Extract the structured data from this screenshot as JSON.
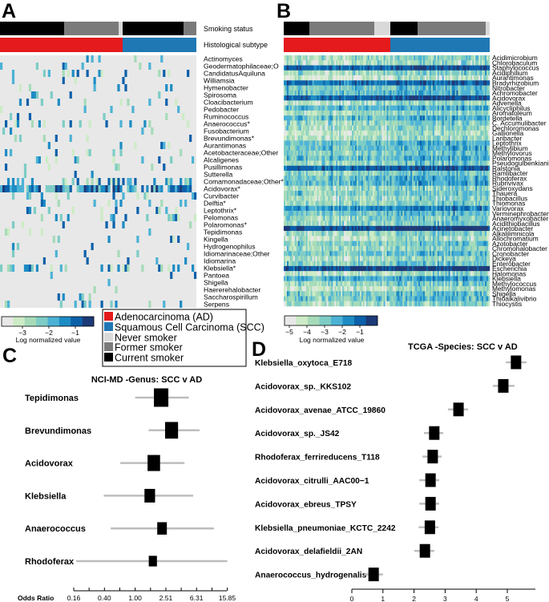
{
  "panels": {
    "a": "A",
    "b": "B",
    "c": "C",
    "d": "D"
  },
  "colors": {
    "scale": [
      "#e8e8e8",
      "#cdebc6",
      "#a6dbb9",
      "#7dccc5",
      "#4cb2d5",
      "#1d8cc4",
      "#0b60aa",
      "#1c3a78"
    ],
    "adenocarcinoma": "#e41a1c",
    "squamous": "#1f78b4",
    "never_smoker": "#d9d9d9",
    "former_smoker": "#7a7a7a",
    "current_smoker": "#000000",
    "ci_line": "#bdbdbd"
  },
  "annotations": {
    "smoking_status": "Smoking status",
    "histological_subtype": "Histological subtype"
  },
  "legend": {
    "items": [
      {
        "label": "Adenocarcinoma (AD)",
        "color": "#e41a1c"
      },
      {
        "label": "Squamous Cell Carcinoma (SCC)",
        "color": "#1f78b4"
      },
      {
        "label": "Never smoker",
        "color": "#d9d9d9"
      },
      {
        "label": "Former smoker",
        "color": "#7a7a7a"
      },
      {
        "label": "Current smoker",
        "color": "#000000"
      }
    ]
  },
  "chart_data": [
    {
      "type": "heatmap",
      "panel": "A",
      "colorbar": {
        "title": "Log normalized value",
        "ticks": [
          "−3",
          "−2",
          "−1"
        ],
        "tick_values": [
          -3,
          -2,
          -1
        ]
      },
      "smoking_status_order": [
        "Current smoker",
        "Former smoker",
        "Never smoker",
        "Current smoker",
        "Former smoker"
      ],
      "subtype_order": [
        "Adenocarcinoma (AD)",
        "Squamous Cell Carcinoma (SCC)"
      ],
      "rows": [
        "Actinomyces",
        "Geodermatophilaceae;O",
        "CandidatusAquiluna",
        "Williamsia",
        "Hymenobacter",
        "Spirosoma",
        "Cloacibacterium",
        "Pedobacter",
        "Ruminococcus",
        "Anaerococcus*",
        "Fusobacterium",
        "Brevundimonas*",
        "Aurantimonas",
        "Acetobacteraceae;Other",
        "Alcaligenes",
        "Pusillimonas",
        "Sutterella",
        "Comamonadaceae;Other*",
        "Acidovorax*",
        "Curvibacter",
        "Delftia*",
        "Leptothrix*",
        "Pelomonas",
        "Polaromonas*",
        "Tepidimonas",
        "Kingella",
        "Hydrogenophilus",
        "Idiomarinaceae;Other",
        "Idiomarina",
        "Klebsiella*",
        "Pantoea",
        "Shigella",
        "Haererehalobacter",
        "Saccharospirillum",
        "Serpens"
      ],
      "row_density": [
        0.06,
        0.04,
        0.12,
        0.05,
        0.1,
        0.06,
        0.14,
        0.06,
        0.06,
        0.2,
        0.06,
        0.07,
        0.05,
        0.12,
        0.08,
        0.06,
        0.06,
        0.35,
        0.85,
        0.12,
        0.2,
        0.18,
        0.1,
        0.14,
        0.1,
        0.06,
        0.08,
        0.06,
        0.05,
        0.3,
        0.04,
        0.05,
        0.05,
        0.06,
        0.15
      ]
    },
    {
      "type": "heatmap",
      "panel": "B",
      "colorbar": {
        "title": "Log normalized value",
        "ticks": [
          "−5",
          "−4",
          "−3",
          "−2",
          "−1"
        ],
        "tick_values": [
          -5,
          -4,
          -3,
          -2,
          -1
        ]
      },
      "rows": [
        "Acidimicrobium",
        "Chlorobaculum",
        "Staphylococcus",
        "Acidiphilium",
        "Aurantimonas",
        "Bradyrhizobium",
        "Nitrobacter",
        "Achromobacter",
        "Acidovorax",
        "Advenella",
        "Alicycliphilus",
        "Aromatoleum",
        "Bordetella",
        "C. Accumulibacter",
        "Dechloromonas",
        "Gallionella",
        "Laribacter",
        "Leptothrix",
        "Methylibium",
        "Methylovorus",
        "Polaromonas",
        "Pseudogulbenkiania",
        "Ralstonia",
        "Ramlibacter",
        "Rhodoferax",
        "Rubrivivax",
        "Sideroxydans",
        "Thauera",
        "Thiobacillus",
        "Thiomonas",
        "Variovorax",
        "Verminephrobacter",
        "Anaeromyxobacter",
        "Acidithiobacillus",
        "Acinetobacter",
        "Alkalilimnicola",
        "Allochromatium",
        "Azotobacter",
        "Chromohalobacter",
        "Cronobacter",
        "Dickeya",
        "Enterobacter",
        "Escherichia",
        "Halomonas",
        "Klebsiella",
        "Methylococcus",
        "Methylomonas",
        "Shigella",
        "Thioalkalivibrio",
        "Thiocystis"
      ],
      "row_level": [
        0.3,
        0.25,
        0.88,
        0.3,
        0.12,
        0.8,
        0.45,
        0.5,
        0.88,
        0.25,
        0.55,
        0.3,
        0.5,
        0.35,
        0.3,
        0.2,
        0.25,
        0.5,
        0.5,
        0.4,
        0.5,
        0.35,
        0.85,
        0.4,
        0.5,
        0.55,
        0.3,
        0.4,
        0.3,
        0.35,
        0.7,
        0.45,
        0.35,
        0.35,
        0.95,
        0.3,
        0.2,
        0.4,
        0.3,
        0.45,
        0.3,
        0.4,
        0.95,
        0.25,
        0.6,
        0.35,
        0.2,
        0.4,
        0.45,
        0.3
      ]
    },
    {
      "type": "forest",
      "panel": "C",
      "title": "NCI-MD -Genus: SCC v AD",
      "xlabel": "Odds Ratio",
      "xscale": "log",
      "xlim": [
        0.16,
        15.85
      ],
      "xticks": [
        "0.16",
        "0.40",
        "1.00",
        "2.51",
        "6.31",
        "15.85"
      ],
      "rows": [
        {
          "label": "Tepidimonas",
          "estimate": 2.18,
          "ci": [
            1.0,
            5.0
          ],
          "weight": 1.0
        },
        {
          "label": "Brevundimonas",
          "estimate": 2.98,
          "ci": [
            1.5,
            6.9
          ],
          "weight": 0.85
        },
        {
          "label": "Acidovorax",
          "estimate": 1.75,
          "ci": [
            0.64,
            4.4
          ],
          "weight": 0.8
        },
        {
          "label": "Klebsiella",
          "estimate": 1.55,
          "ci": [
            0.39,
            5.7
          ],
          "weight": 0.6
        },
        {
          "label": "Anaerococcus",
          "estimate": 2.24,
          "ci": [
            0.48,
            10.6
          ],
          "weight": 0.5
        },
        {
          "label": "Rhodoferax",
          "estimate": 1.7,
          "ci": [
            0.17,
            15.85
          ],
          "weight": 0.35
        }
      ]
    },
    {
      "type": "forest",
      "panel": "D",
      "title": "TCGA -Species: SCC v AD",
      "xlabel": "",
      "xlim": [
        0,
        5.9
      ],
      "xticks": [
        "0",
        "1",
        "2",
        "3",
        "4",
        "5"
      ],
      "rows": [
        {
          "label": "Klebsiella_oxytoca_E718",
          "estimate": 5.28,
          "ci": [
            4.95,
            5.62
          ],
          "weight": 1.0
        },
        {
          "label": "Acidovorax_sp._KKS102",
          "estimate": 4.87,
          "ci": [
            4.53,
            5.23
          ],
          "weight": 1.0
        },
        {
          "label": "Acidovorax_avenae_ATCC_19860",
          "estimate": 3.43,
          "ci": [
            3.09,
            3.74
          ],
          "weight": 1.0
        },
        {
          "label": "Acidovorax_sp._JS42",
          "estimate": 2.65,
          "ci": [
            2.32,
            2.94
          ],
          "weight": 1.0
        },
        {
          "label": "Rhodoferax_ferrireducens_T118",
          "estimate": 2.6,
          "ci": [
            2.27,
            2.89
          ],
          "weight": 1.0
        },
        {
          "label": "Acidovorax_citrulli_AAC00−1",
          "estimate": 2.53,
          "ci": [
            2.17,
            2.81
          ],
          "weight": 1.0
        },
        {
          "label": "Acidovorax_ebreus_TPSY",
          "estimate": 2.53,
          "ci": [
            2.17,
            2.81
          ],
          "weight": 1.0
        },
        {
          "label": "Klebsiella_pneumoniae_KCTC_2242",
          "estimate": 2.51,
          "ci": [
            2.15,
            2.79
          ],
          "weight": 1.0
        },
        {
          "label": "Acidovorax_delafieldii_2AN",
          "estimate": 2.35,
          "ci": [
            2.01,
            2.65
          ],
          "weight": 1.0
        },
        {
          "label": "Anaerococcus_hydrogenalis",
          "estimate": 0.7,
          "ci": [
            0.39,
            1.0
          ],
          "weight": 1.0
        }
      ]
    }
  ]
}
